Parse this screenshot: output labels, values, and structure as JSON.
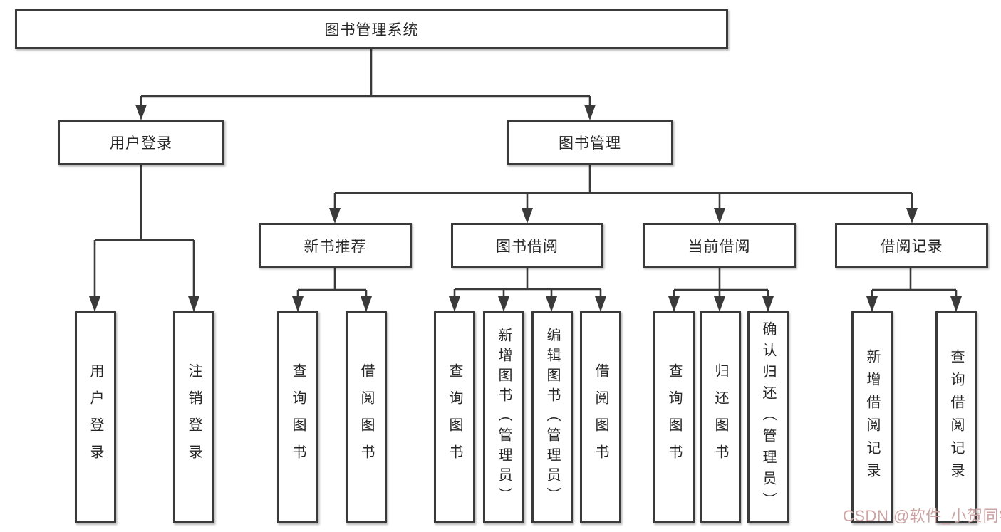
{
  "diagram": {
    "root": {
      "label": "图书管理系统"
    },
    "branches": [
      {
        "label": "用户登录",
        "children": [
          {
            "label": "用户登录"
          },
          {
            "label": "注销登录"
          }
        ]
      },
      {
        "label": "图书管理",
        "children": [
          {
            "label": "新书推荐",
            "children": [
              {
                "label": "查询图书"
              },
              {
                "label": "借阅图书"
              }
            ]
          },
          {
            "label": "图书借阅",
            "children": [
              {
                "label": "查询图书"
              },
              {
                "label": "新增图书（管理员）"
              },
              {
                "label": "编辑图书（管理员）"
              },
              {
                "label": "借阅图书"
              }
            ]
          },
          {
            "label": "当前借阅",
            "children": [
              {
                "label": "查询图书"
              },
              {
                "label": "归还图书"
              },
              {
                "label": "确认归还（管理员）"
              }
            ]
          },
          {
            "label": "借阅记录",
            "children": [
              {
                "label": "新增借阅记录"
              },
              {
                "label": "查询借阅记录"
              }
            ]
          }
        ]
      }
    ]
  },
  "watermark": {
    "text": "CSDN @软件_小贺同学"
  },
  "colors": {
    "line": "#3a3a3a",
    "text": "#262626",
    "box_bg": "#ffffff",
    "watermark": "#cda3a3"
  }
}
